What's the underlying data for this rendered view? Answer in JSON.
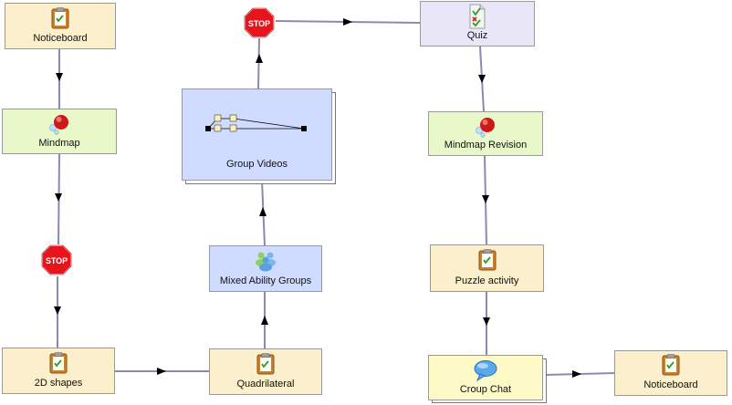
{
  "nodes": {
    "noticeboard_top": {
      "label": "Noticeboard",
      "icon": "noticeboard-icon"
    },
    "mindmap": {
      "label": "Mindmap",
      "icon": "mindmap-icon"
    },
    "shapes_2d": {
      "label": "2D shapes",
      "icon": "noticeboard-icon"
    },
    "quadrilateral": {
      "label": "Quadrilateral",
      "icon": "noticeboard-icon"
    },
    "mixed_ability_groups": {
      "label": "Mixed Ability Groups",
      "icon": "group-users-icon"
    },
    "group_videos": {
      "label": "Group Videos",
      "icon": "branching-icon"
    },
    "quiz": {
      "label": "Quiz",
      "icon": "quiz-document-icon"
    },
    "mindmap_revision": {
      "label": "Mindmap Revision",
      "icon": "mindmap-icon"
    },
    "puzzle_activity": {
      "label": "Puzzle activity",
      "icon": "noticeboard-icon"
    },
    "group_chat": {
      "label": "Croup Chat",
      "icon": "chat-bubble-icon"
    },
    "noticeboard_end": {
      "label": "Noticeboard",
      "icon": "noticeboard-icon"
    }
  },
  "stop_gates": [
    {
      "text": "STOP"
    },
    {
      "text": "STOP"
    }
  ],
  "colors": {
    "tan": "#fcefcc",
    "green": "#e9f8c9",
    "blue": "#cfdcff",
    "lilac": "#e9e7f7",
    "yellow": "#fdfac8",
    "connector": "#8a8ab0",
    "stop_red": "#e8141b"
  }
}
